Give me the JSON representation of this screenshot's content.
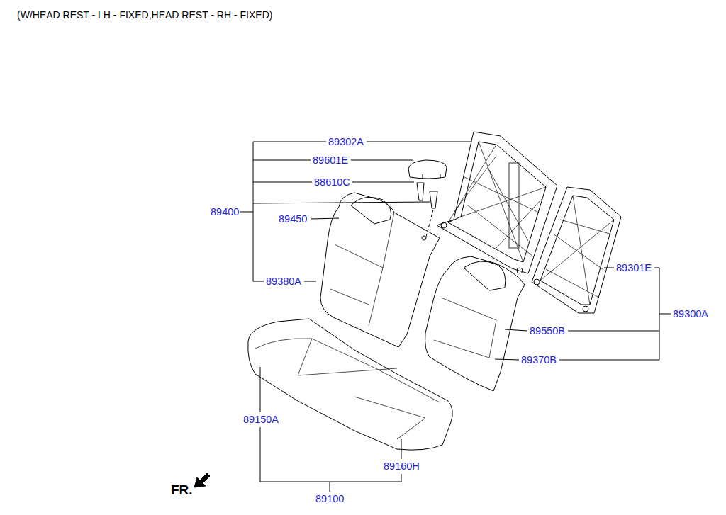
{
  "diagram": {
    "title": "(W/HEAD REST - LH - FIXED,HEAD REST - RH - FIXED)",
    "labels": [
      "89302A",
      "89601E",
      "88610C",
      "89400",
      "89450",
      "89380A",
      "89301E",
      "89300A",
      "89550B",
      "89370B",
      "89150A",
      "89160H",
      "89100",
      "FR."
    ]
  }
}
